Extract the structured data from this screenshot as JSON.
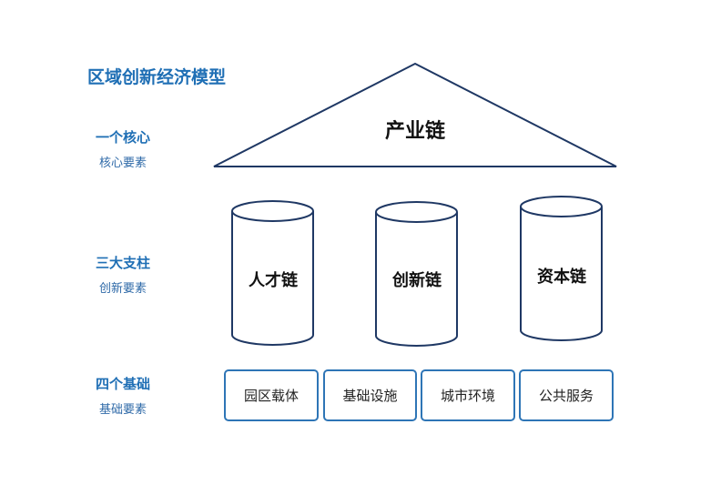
{
  "title": "区域创新经济模型",
  "levels": [
    {
      "heading": "一个核心",
      "sub": "核心要素"
    },
    {
      "heading": "三大支柱",
      "sub": "创新要素"
    },
    {
      "heading": "四个基础",
      "sub": "基础要素"
    }
  ],
  "roof": {
    "label": "产业链"
  },
  "pillars": [
    {
      "label": "人才链"
    },
    {
      "label": "创新链"
    },
    {
      "label": "资本链"
    }
  ],
  "foundations": [
    {
      "label": "园区载体"
    },
    {
      "label": "基础设施"
    },
    {
      "label": "城市环境"
    },
    {
      "label": "公共服务"
    }
  ],
  "colors": {
    "accent": "#1f6fb5",
    "line": "#1f3864",
    "box_border": "#2e75b6"
  }
}
